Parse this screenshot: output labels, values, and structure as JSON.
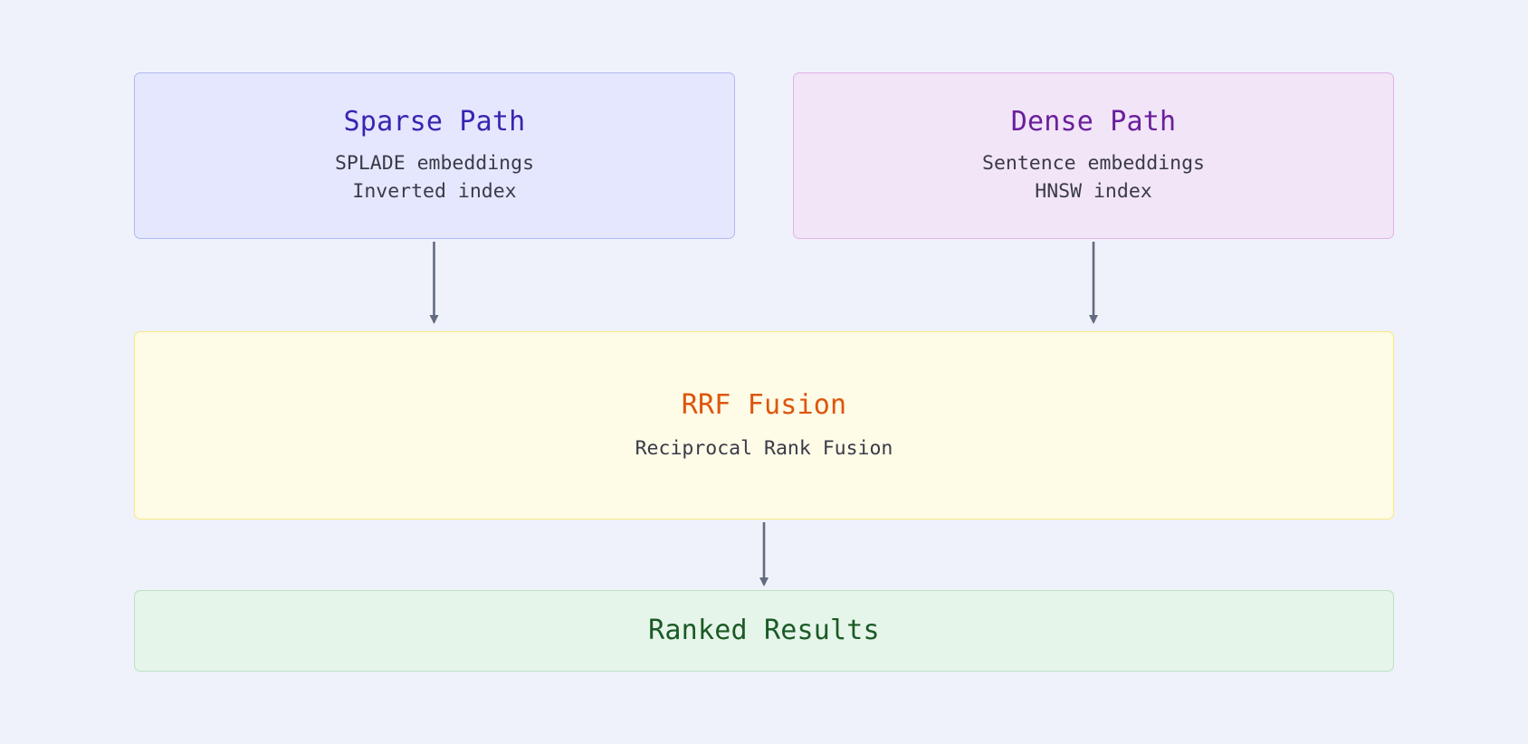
{
  "nodes": {
    "sparse": {
      "title": "Sparse Path",
      "lines": [
        "SPLADE embeddings",
        "Inverted index"
      ]
    },
    "dense": {
      "title": "Dense Path",
      "lines": [
        "Sentence embeddings",
        "HNSW index"
      ]
    },
    "fusion": {
      "title": "RRF Fusion",
      "lines": [
        "Reciprocal Rank Fusion"
      ]
    },
    "results": {
      "title": "Ranked Results"
    }
  },
  "edges": [
    {
      "from": "Sparse Path",
      "to": "RRF Fusion"
    },
    {
      "from": "Dense Path",
      "to": "RRF Fusion"
    },
    {
      "from": "RRF Fusion",
      "to": "Ranked Results"
    }
  ],
  "colors": {
    "background": "#eff2fa",
    "arrow": "#646a80",
    "sparse_fill": "#e5e7fe",
    "dense_fill": "#f1e5f7",
    "fusion_fill": "#fefbe7",
    "results_fill": "#e6f5ea"
  }
}
